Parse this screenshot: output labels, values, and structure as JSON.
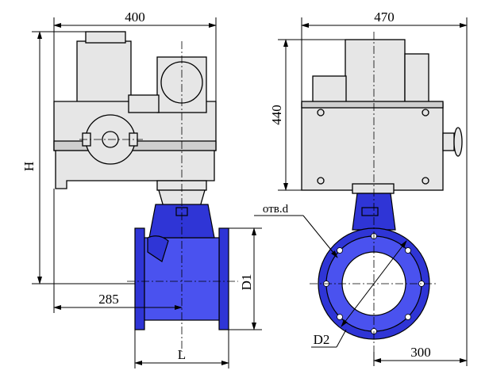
{
  "labels": {
    "width_front": "400",
    "width_side": "470",
    "height_top": "440",
    "height_total": "H",
    "offset_left": "285",
    "diam_flange": "D1",
    "length": "L",
    "holes": "отв.d",
    "diam_bolt_circle": "D2",
    "offset_right": "300"
  },
  "colors": {
    "valve_body": "#2f35d6",
    "actuator": "#e6e6e6",
    "lines": "#000000"
  }
}
